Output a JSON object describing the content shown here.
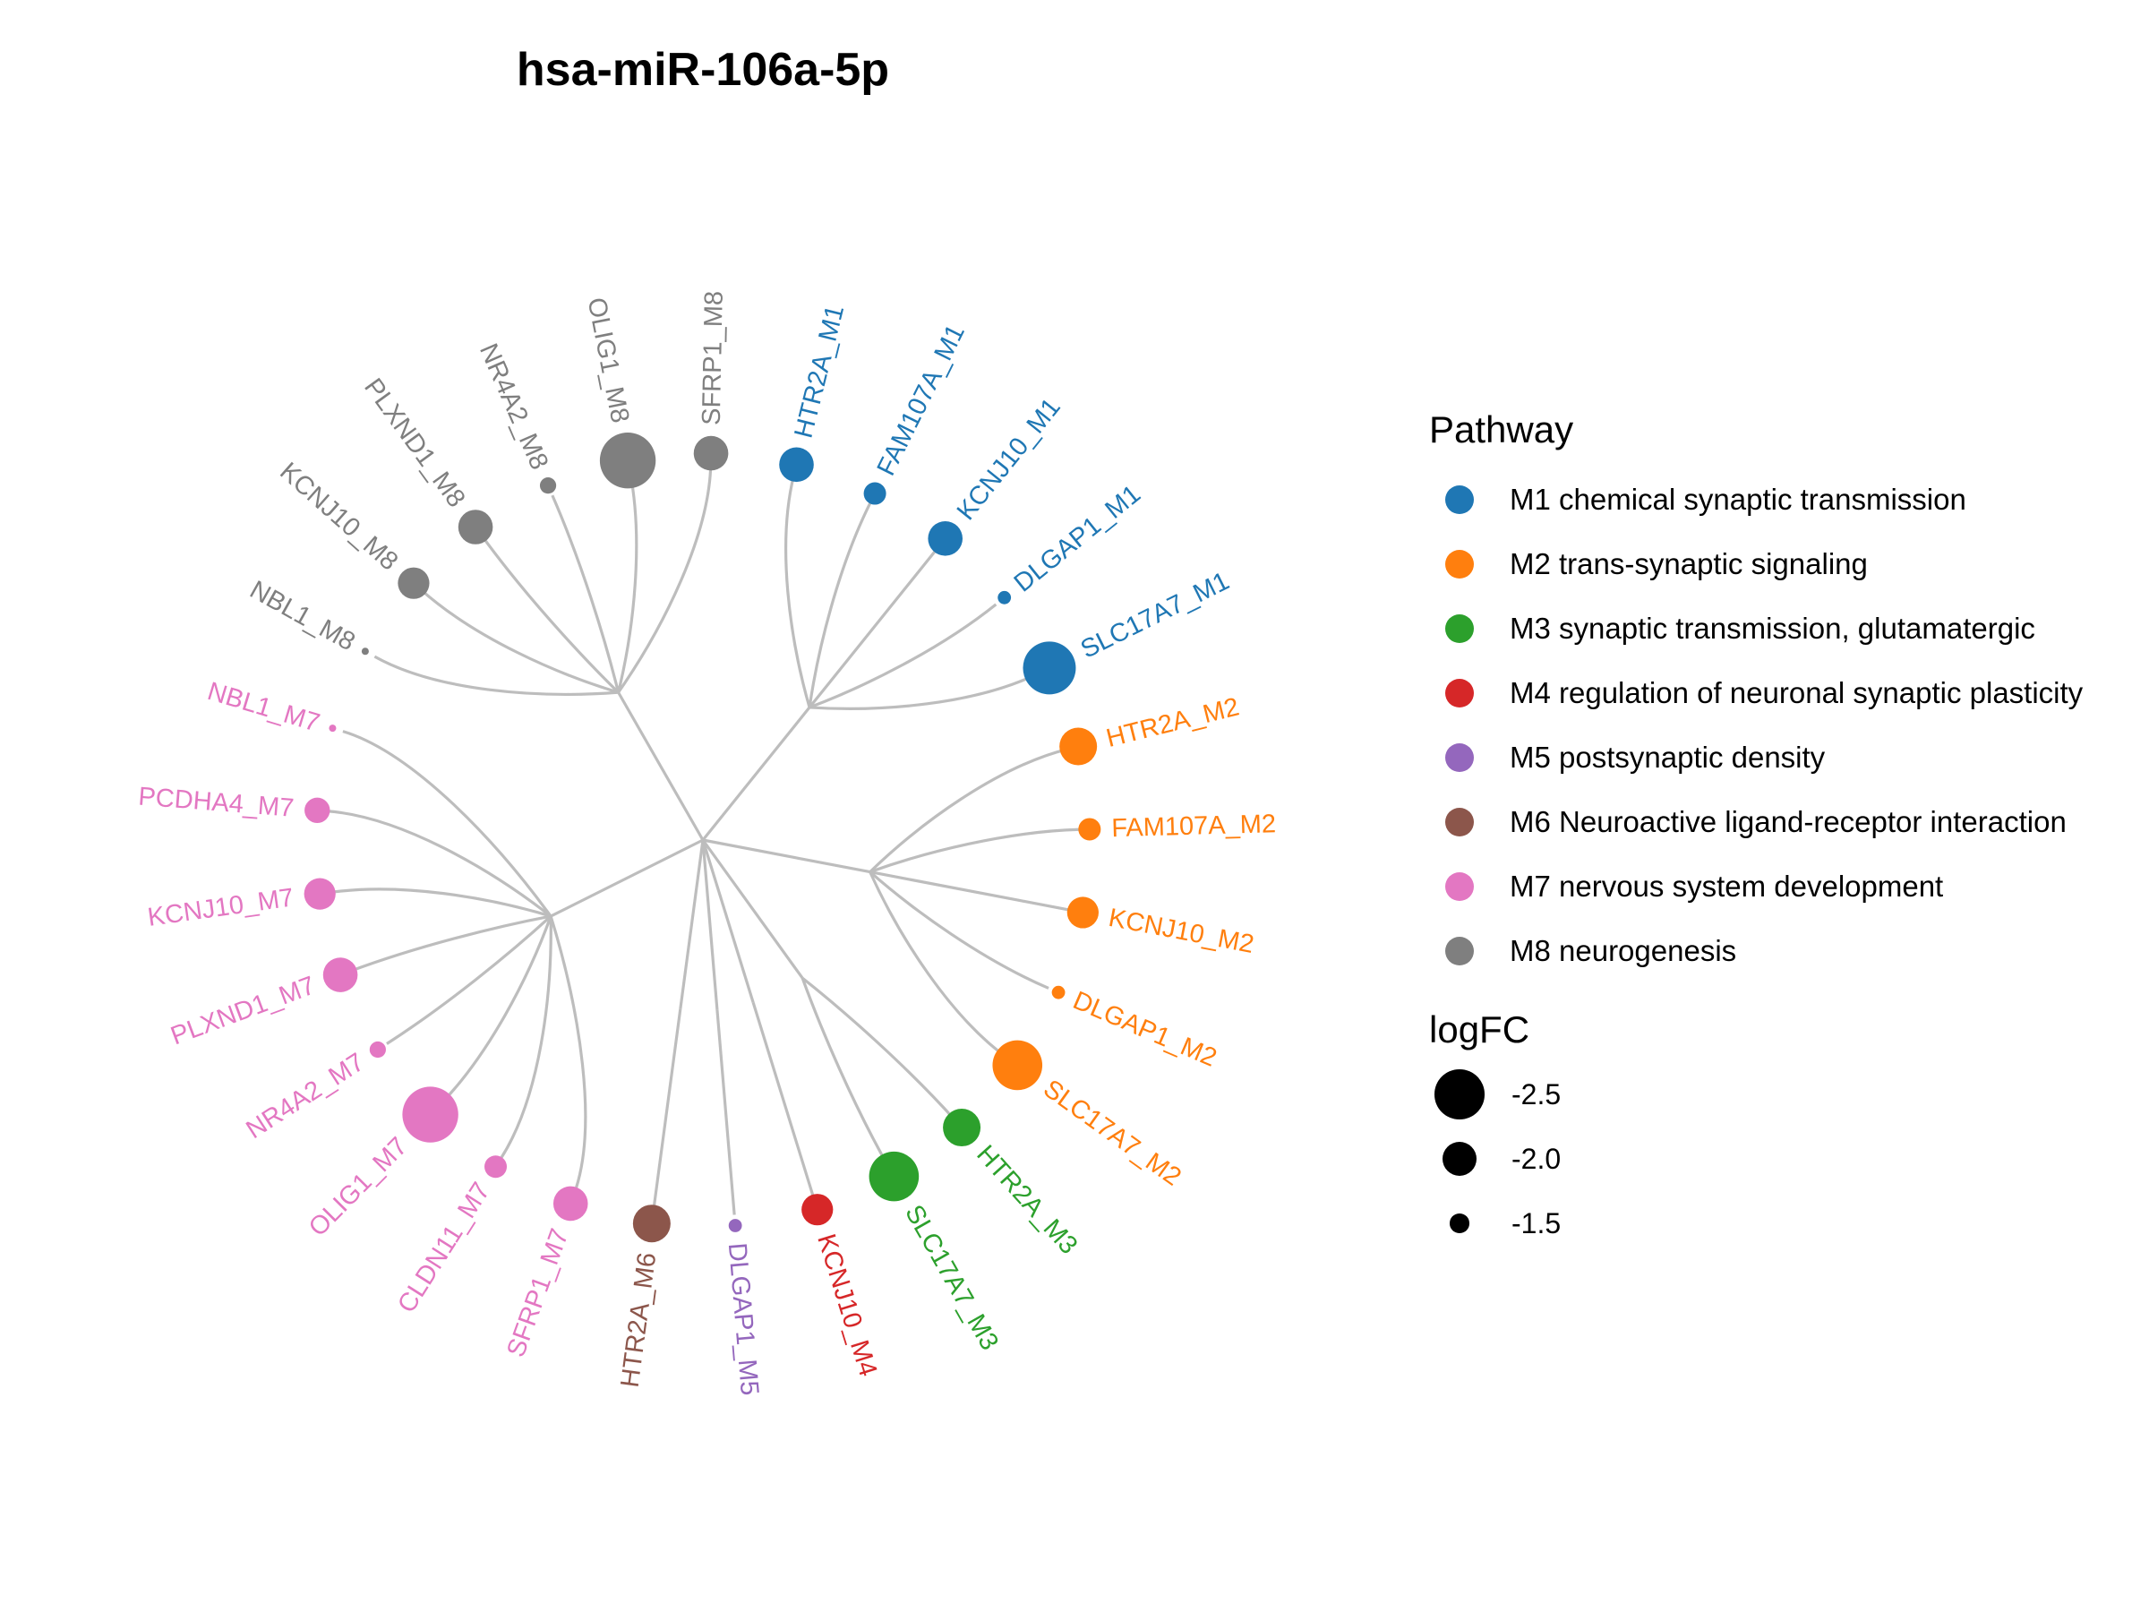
{
  "title": "hsa-miR-106a-5p",
  "colors": {
    "M1": "#1f77b4",
    "M2": "#ff7f0e",
    "M3": "#2ca02c",
    "M4": "#d62728",
    "M5": "#9467bd",
    "M6": "#8c564b",
    "M7": "#e377c2",
    "M8": "#7f7f7f",
    "edge": "#bdbdbd"
  },
  "legend": {
    "pathway_title": "Pathway",
    "pathways": [
      {
        "key": "M1",
        "label": "M1 chemical synaptic transmission"
      },
      {
        "key": "M2",
        "label": "M2 trans-synaptic signaling"
      },
      {
        "key": "M3",
        "label": "M3 synaptic transmission, glutamatergic"
      },
      {
        "key": "M4",
        "label": "M4 regulation of neuronal synaptic plasticity"
      },
      {
        "key": "M5",
        "label": "M5 postsynaptic density"
      },
      {
        "key": "M6",
        "label": "M6 Neuroactive ligand-receptor interaction"
      },
      {
        "key": "M7",
        "label": "M7 nervous system development"
      },
      {
        "key": "M8",
        "label": "M8 neurogenesis"
      }
    ],
    "logfc_title": "logFC",
    "logfc_breaks": [
      {
        "value": -2.5,
        "label": "-2.5"
      },
      {
        "value": -2.0,
        "label": "-2.0"
      },
      {
        "value": -1.5,
        "label": "-1.5"
      }
    ]
  },
  "tree": {
    "root": "hsa-miR-106a-5p",
    "groups": [
      {
        "module": "M1",
        "leaves": [
          {
            "label": "HTR2A_M1",
            "logFC": -2.0
          },
          {
            "label": "FAM107A_M1",
            "logFC": -1.6
          },
          {
            "label": "KCNJ10_M1",
            "logFC": -2.0
          },
          {
            "label": "DLGAP1_M1",
            "logFC": -1.3
          },
          {
            "label": "SLC17A7_M1",
            "logFC": -2.6
          }
        ]
      },
      {
        "module": "M2",
        "leaves": [
          {
            "label": "HTR2A_M2",
            "logFC": -2.1
          },
          {
            "label": "FAM107A_M2",
            "logFC": -1.6
          },
          {
            "label": "KCNJ10_M2",
            "logFC": -1.9
          },
          {
            "label": "DLGAP1_M2",
            "logFC": -1.3
          },
          {
            "label": "SLC17A7_M2",
            "logFC": -2.5
          }
        ]
      },
      {
        "module": "M3",
        "leaves": [
          {
            "label": "HTR2A_M3",
            "logFC": -2.1
          },
          {
            "label": "SLC17A7_M3",
            "logFC": -2.5
          }
        ]
      },
      {
        "module": "M4",
        "leaves": [
          {
            "label": "KCNJ10_M4",
            "logFC": -1.9
          }
        ]
      },
      {
        "module": "M5",
        "leaves": [
          {
            "label": "DLGAP1_M5",
            "logFC": -1.3
          }
        ]
      },
      {
        "module": "M6",
        "leaves": [
          {
            "label": "HTR2A_M6",
            "logFC": -2.1
          }
        ]
      },
      {
        "module": "M7",
        "leaves": [
          {
            "label": "SFRP1_M7",
            "logFC": -2.0
          },
          {
            "label": "CLDN11_M7",
            "logFC": -1.6
          },
          {
            "label": "OLIG1_M7",
            "logFC": -2.7
          },
          {
            "label": "NR4A2_M7",
            "logFC": -1.4
          },
          {
            "label": "PLXND1_M7",
            "logFC": -2.0
          },
          {
            "label": "KCNJ10_M7",
            "logFC": -1.9
          },
          {
            "label": "PCDHA4_M7",
            "logFC": -1.7
          },
          {
            "label": "NBL1_M7",
            "logFC": -1.1
          }
        ]
      },
      {
        "module": "M8",
        "leaves": [
          {
            "label": "NBL1_M8",
            "logFC": -1.1
          },
          {
            "label": "KCNJ10_M8",
            "logFC": -1.9
          },
          {
            "label": "PLXND1_M8",
            "logFC": -2.0
          },
          {
            "label": "NR4A2_M8",
            "logFC": -1.4
          },
          {
            "label": "OLIG1_M8",
            "logFC": -2.7
          },
          {
            "label": "SFRP1_M8",
            "logFC": -2.0
          }
        ]
      }
    ]
  }
}
